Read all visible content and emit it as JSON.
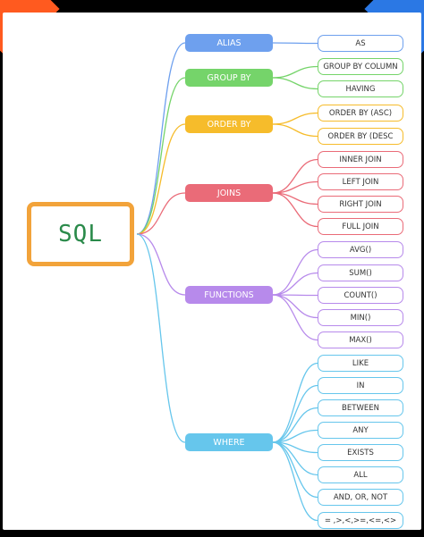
{
  "root": {
    "label": "SQL",
    "border_color": "#f2a33a",
    "text_color": "#2a8a4a"
  },
  "branches": [
    {
      "label": "ALIAS",
      "color": "#6ea0ee",
      "leaves": [
        "AS"
      ]
    },
    {
      "label": "GROUP BY",
      "color": "#75d46a",
      "leaves": [
        "GROUP BY COLUMN",
        "HAVING"
      ]
    },
    {
      "label": "ORDER BY",
      "color": "#f6bc2b",
      "leaves": [
        "ORDER BY (ASC)",
        "ORDER BY (DESC"
      ]
    },
    {
      "label": "JOINS",
      "color": "#ea6b78",
      "leaves": [
        "INNER JOIN",
        "LEFT JOIN",
        "RIGHT JOIN",
        "FULL JOIN"
      ]
    },
    {
      "label": "FUNCTIONS",
      "color": "#b78aeb",
      "leaves": [
        "AVG()",
        "SUM()",
        "COUNT()",
        "MIN()",
        "MAX()"
      ]
    },
    {
      "label": "WHERE",
      "color": "#66c6ec",
      "leaves": [
        "LIKE",
        "IN",
        "BETWEEN",
        "ANY",
        "EXISTS",
        "ALL",
        "AND, OR, NOT",
        "= ,>,<,>=,<=,<>"
      ]
    }
  ]
}
